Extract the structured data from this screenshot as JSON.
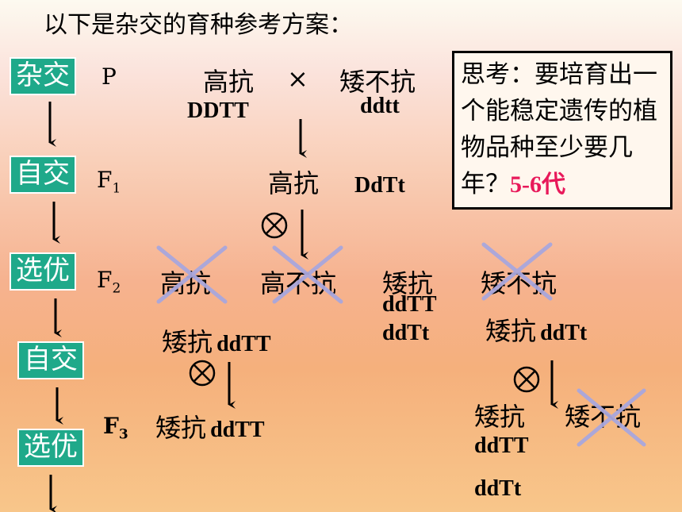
{
  "title": "以下是杂交的育种参考方案：",
  "steps": {
    "s1": "杂交",
    "s2": "自交",
    "s3": "选优",
    "s4": "自交",
    "s5": "选优"
  },
  "generations": {
    "p": "P",
    "f1": "F",
    "f1_sub": "1",
    "f2": "F",
    "f2_sub": "2",
    "f3": "F",
    "f3_sub": "3"
  },
  "parents": {
    "p1_pheno": "高抗",
    "p1_geno": "DDTT",
    "cross": "×",
    "p2_pheno": "矮不抗",
    "p2_geno": "ddtt"
  },
  "f1": {
    "pheno": "高抗",
    "geno": "DdTt"
  },
  "f2": {
    "a": "高抗",
    "b": "高不抗",
    "c": "矮抗",
    "c_geno1": "ddTT",
    "c_geno2": "ddTt",
    "d": "矮不抗"
  },
  "branch_left": {
    "pheno": "矮抗",
    "geno": "ddTT"
  },
  "branch_right": {
    "pheno": "矮抗",
    "geno": "ddTt"
  },
  "f3_left": {
    "pheno": "矮抗",
    "geno": "ddTT"
  },
  "f3_right": {
    "pheno1": "矮抗",
    "pheno2": "矮不抗",
    "geno1": "ddTT",
    "geno2": "ddTt"
  },
  "think": {
    "text": "思考：要培育出一个能稳定遗传的植物品种至少要几年？",
    "answer": "5-6代"
  },
  "colors": {
    "step_bg": "#1fa98a",
    "cross_mark": "#a9a7dd",
    "answer": "#e8195a"
  }
}
